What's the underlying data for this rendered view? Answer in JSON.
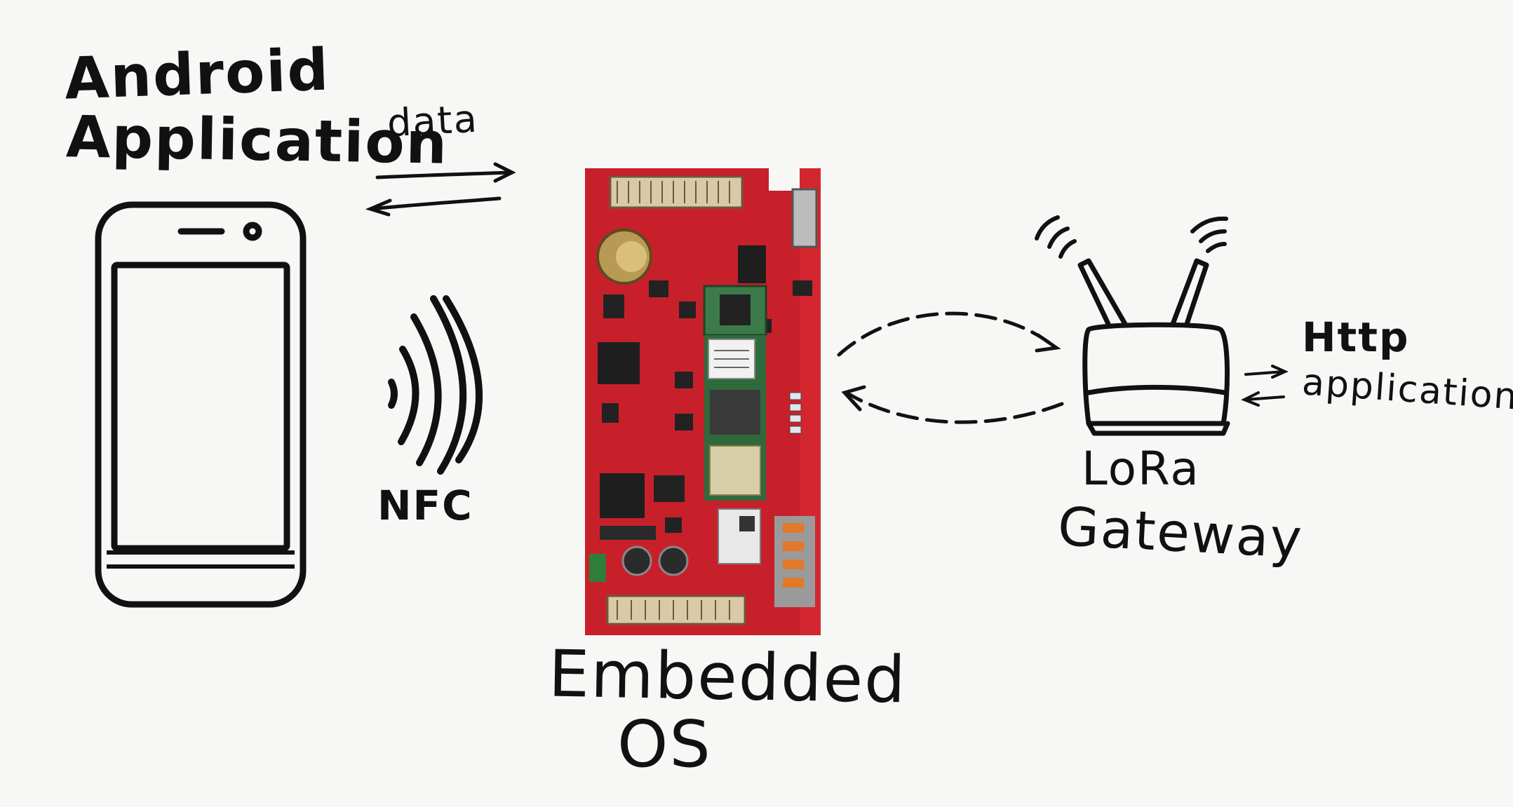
{
  "labels": {
    "android_line1": "Android",
    "android_line2": "Application",
    "data": "data",
    "nfc": "NFC",
    "embedded_line1": "Embedded",
    "embedded_line2": "OS",
    "lora_line1": "LoRa",
    "lora_line2": "Gateway",
    "http_line1": "Http",
    "http_line2": "application"
  },
  "icons": {
    "phone": "smartphone-icon",
    "nfc": "nfc-waves-icon",
    "board": "embedded-board",
    "gateway": "lora-gateway-icon"
  },
  "colors": {
    "ink": "#111111",
    "board_red": "#c8202a",
    "background": "#f7f7f5"
  }
}
